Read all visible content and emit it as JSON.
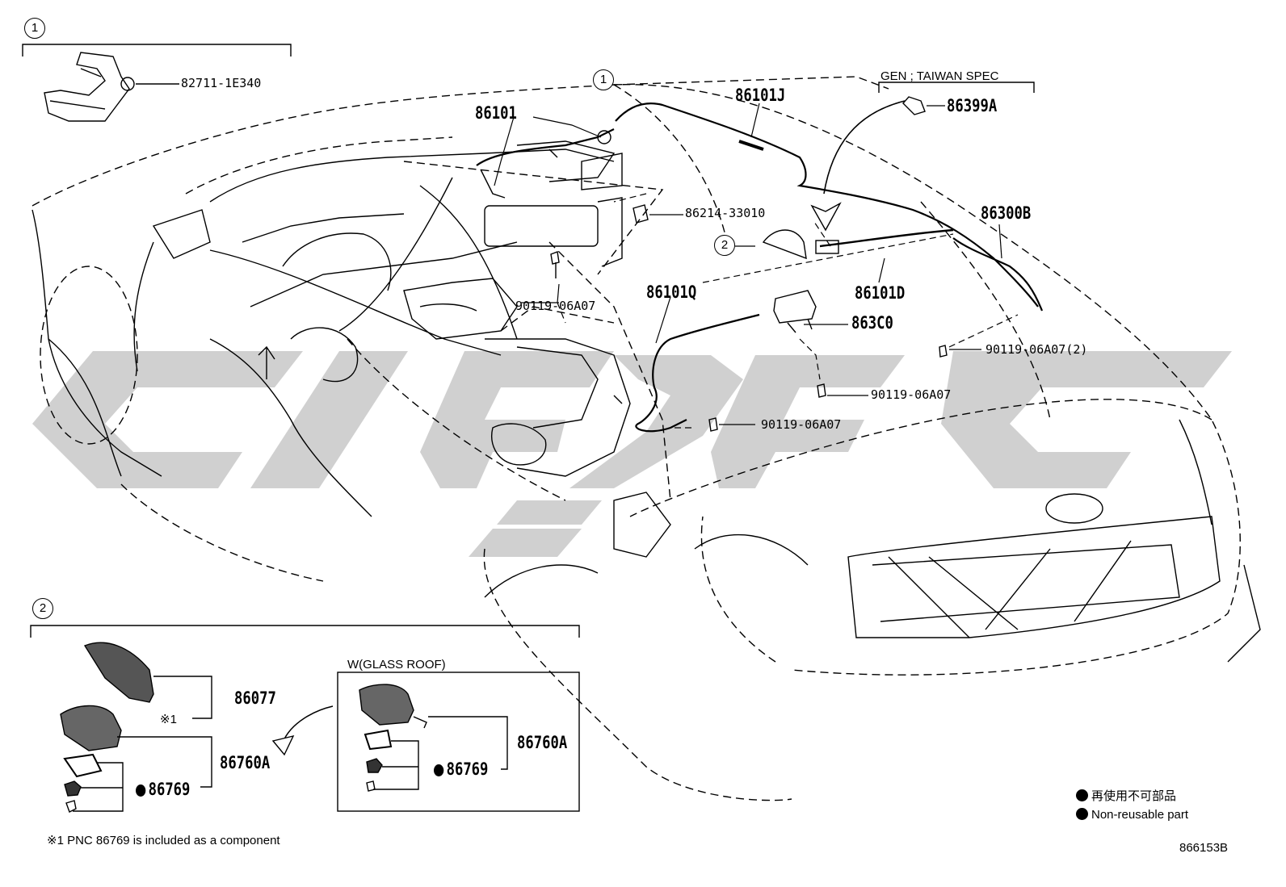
{
  "callouts": {
    "one": "1",
    "two": "2"
  },
  "parts": {
    "p82711": "82711-1E340",
    "p86101": "86101",
    "p86101J": "86101J",
    "p86214": "86214-33010",
    "p90119_a": "90119-06A07",
    "p86101Q": "86101Q",
    "p86101D": "86101D",
    "p863C0": "863C0",
    "p90119_2": "90119-06A07(2)",
    "p90119_b": "90119-06A07",
    "p90119_c": "90119-06A07",
    "p86300B": "86300B",
    "p86399A": "86399A",
    "p86077": "86077",
    "p86760A_left": "86760A",
    "p86769_left": "86769",
    "p86760A_right": "86760A",
    "p86769_right": "86769"
  },
  "headings": {
    "gen_spec": "GEN ; TAIWAN SPEC",
    "glass_roof": "W(GLASS ROOF)"
  },
  "notes": {
    "ref_mark": "※1",
    "footnote": "※1 PNC 86769 is included as a component",
    "legend_cn": "再使用不可部品",
    "legend_en": "Non-reusable part",
    "diagram_id": "866153B"
  },
  "colors": {
    "line": "#000000",
    "watermark": "#c8c8c8",
    "background": "#ffffff"
  }
}
